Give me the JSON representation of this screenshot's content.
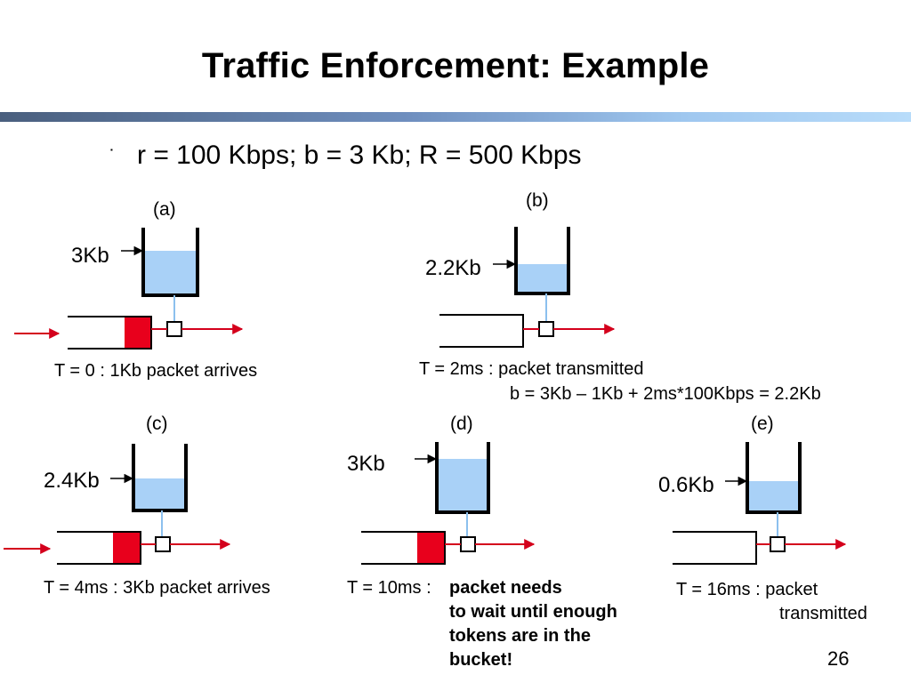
{
  "slide": {
    "title": "Traffic Enforcement: Example",
    "bullet_marker": "▪",
    "bullet": "r = 100 Kbps; b = 3 Kb; R = 500 Kbps",
    "page_number": "26"
  },
  "panels": {
    "a": {
      "label": "(a)",
      "amount": "3Kb",
      "caption": "T = 0 : 1Kb packet arrives"
    },
    "b": {
      "label": "(b)",
      "amount": "2.2Kb",
      "caption_line1": "T = 2ms : packet transmitted",
      "caption_line2": "b = 3Kb – 1Kb + 2ms*100Kbps = 2.2Kb"
    },
    "c": {
      "label": "(c)",
      "amount": "2.4Kb",
      "caption": "T = 4ms : 3Kb packet arrives"
    },
    "d": {
      "label": "(d)",
      "amount": "3Kb",
      "caption_prefix": "T = 10ms : ",
      "caption_bold_line1": "packet needs",
      "caption_bold_line2": "to wait until enough",
      "caption_bold_line3": "tokens are in the",
      "caption_bold_line4": "bucket!"
    },
    "e": {
      "label": "(e)",
      "amount": "0.6Kb",
      "caption_line1": "T = 16ms : packet",
      "caption_line2": "transmitted"
    }
  },
  "colors": {
    "token_fill": "#a9d1f7",
    "packet": "#e8001c",
    "arrow": "#d4001c",
    "token_link": "#8cc0ee",
    "title_bar_start": "#4a5f7e",
    "title_bar_end": "#b8dcfa"
  }
}
